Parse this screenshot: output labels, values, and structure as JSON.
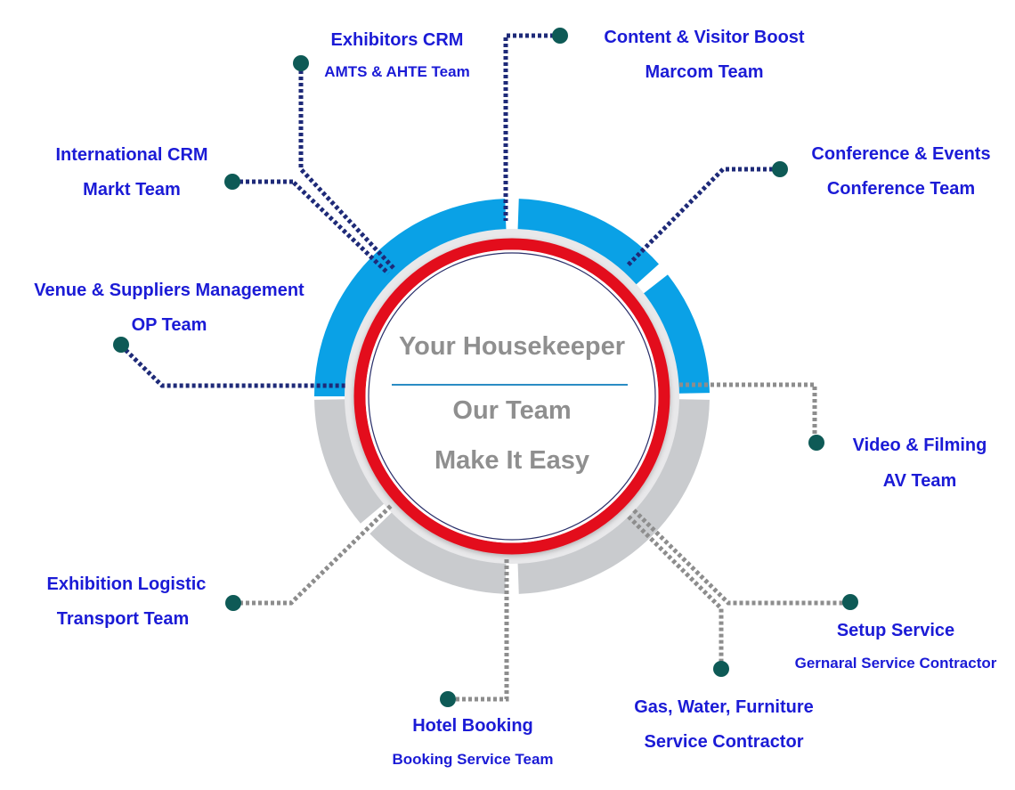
{
  "center": {
    "line1": "Your Housekeeper",
    "line2": "Our Team",
    "line3": "Make It Easy"
  },
  "colors": {
    "upper_ring": "#0aa1e6",
    "lower_ring": "#c9cbce",
    "red_ring": "#e3101f",
    "label_text": "#1b1bd6",
    "center_text": "#8f8f8f",
    "dot": "#0e5a56"
  },
  "nodes": [
    {
      "id": "exhibitors-crm",
      "title": "Exhibitors CRM",
      "subtitle": "AMTS & AHTE Team"
    },
    {
      "id": "content-visitor-boost",
      "title": "Content & Visitor Boost",
      "subtitle": "Marcom Team"
    },
    {
      "id": "international-crm",
      "title": "International CRM",
      "subtitle": "Markt Team"
    },
    {
      "id": "conference-events",
      "title": "Conference & Events",
      "subtitle": "Conference Team"
    },
    {
      "id": "venue-suppliers",
      "title": "Venue & Suppliers Management",
      "subtitle": "OP Team"
    },
    {
      "id": "video-filming",
      "title": "Video & Filming",
      "subtitle": "AV Team"
    },
    {
      "id": "exhibition-logistic",
      "title": "Exhibition Logistic",
      "subtitle": "Transport Team"
    },
    {
      "id": "setup-service",
      "title": "Setup Service",
      "subtitle": "Gernaral Service Contractor"
    },
    {
      "id": "gas-water-furniture",
      "title": "Gas, Water, Furniture",
      "subtitle": "Service Contractor"
    },
    {
      "id": "hotel-booking",
      "title": "Hotel Booking",
      "subtitle": "Booking Service Team"
    }
  ]
}
